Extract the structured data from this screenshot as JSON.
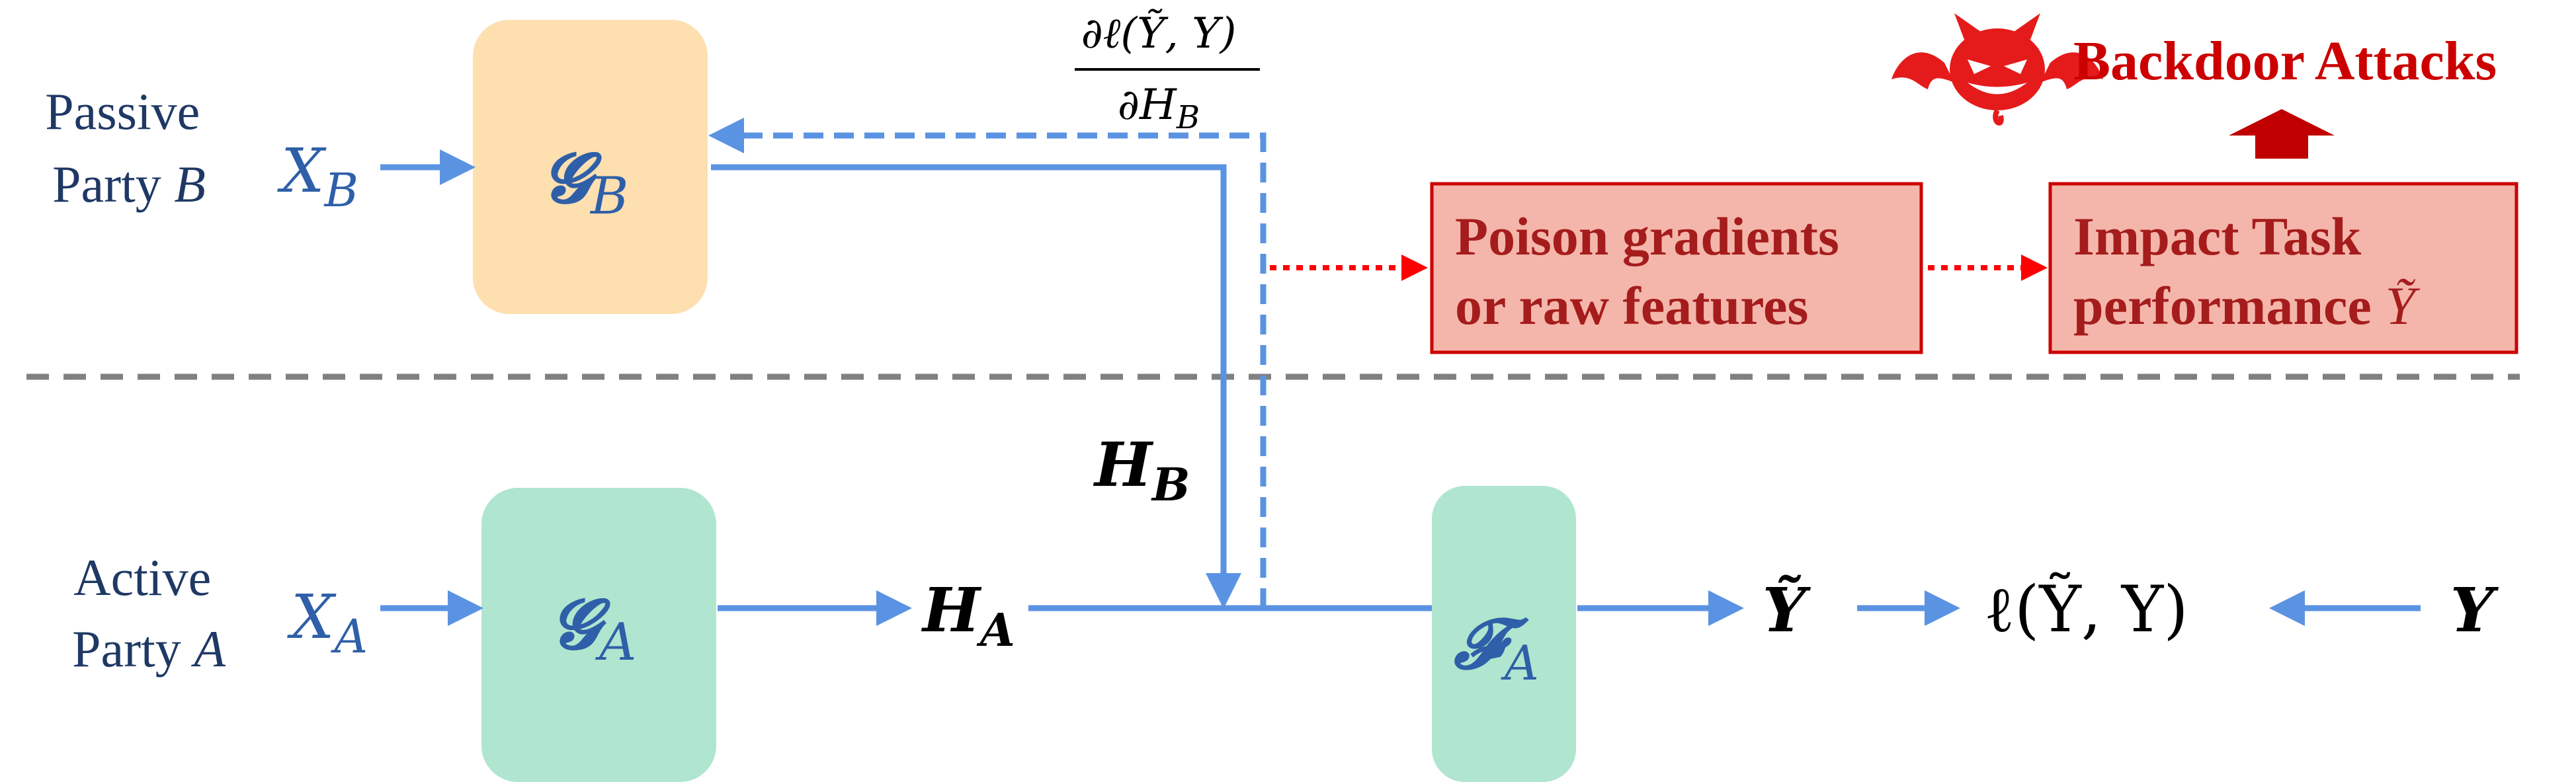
{
  "parties": {
    "passive": {
      "line1": "Passive",
      "line2_prefix": "Party ",
      "line2_var": "B"
    },
    "active": {
      "line1": "Active",
      "line2_prefix": "Party ",
      "line2_var": "A"
    }
  },
  "inputs": {
    "xb": {
      "base": "X",
      "sub": "B"
    },
    "xa": {
      "base": "X",
      "sub": "A"
    }
  },
  "modules": {
    "gb": {
      "base": "𝓖",
      "sub": "B",
      "color": "#fddfb0"
    },
    "ga": {
      "base": "𝓖",
      "sub": "A",
      "color": "#b0e5cf"
    },
    "fa": {
      "base": "𝓕",
      "sub": "A",
      "color": "#b0e5cf"
    }
  },
  "variables": {
    "hb": {
      "base": "H",
      "sub": "B"
    },
    "ha": {
      "base": "H",
      "sub": "A"
    },
    "y_tilde": "Ỹ",
    "loss": "ℓ(Ỹ, Y)",
    "y": "Y"
  },
  "gradient": {
    "numerator": "∂ℓ(Ỹ, Y)",
    "denominator_base": "∂H",
    "denominator_sub": "B"
  },
  "attack": {
    "poison": {
      "line1": "Poison gradients",
      "line2": "or raw features"
    },
    "impact": {
      "line1": "Impact Task",
      "line2_prefix": "performance ",
      "line2_var": "Ỹ"
    },
    "title": "Backdoor Attacks",
    "icon": "devil-icon"
  },
  "colors": {
    "arrow_blue": "#5b93e3",
    "attack_box_fill": "#f4b6ab",
    "attack_box_border": "#cc0000",
    "divider": "#808080"
  }
}
